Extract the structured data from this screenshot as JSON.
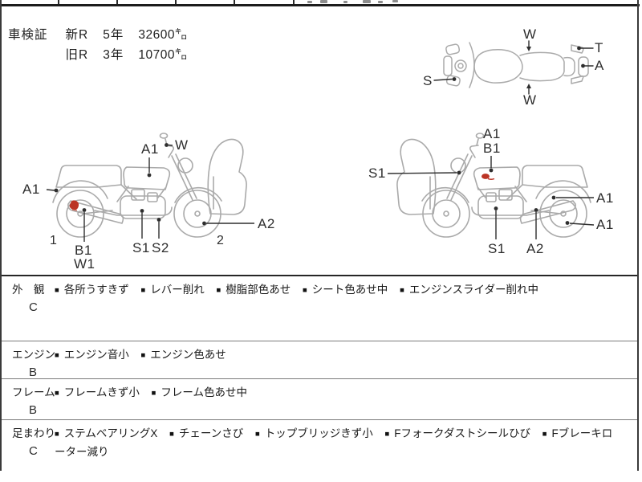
{
  "header": {
    "title": "車検証",
    "rows": [
      {
        "era": "新R",
        "years": "5年",
        "distance": "32600㌔"
      },
      {
        "era": "旧R",
        "years": "3年",
        "distance": "10700㌔"
      }
    ]
  },
  "top_view": {
    "labels": {
      "w_top": "W",
      "t": "T",
      "a": "A",
      "s": "S",
      "w_bottom": "W"
    }
  },
  "side_view_left": {
    "rear_wheel_number": "1",
    "front_wheel_number": "2",
    "labels": {
      "a1_rear_fender": "A1",
      "a1_tank": "A1",
      "w_mirror": "W",
      "b1_muffler": "B1",
      "w1_muffler": "W1",
      "s1_engine": "S1",
      "s2_frame": "S2",
      "a2_front_wheel": "A2"
    }
  },
  "side_view_right": {
    "labels": {
      "a1_tank": "A1",
      "b1_tank": "B1",
      "s1_front": "S1",
      "a1_shock": "A1",
      "a1_rear_wheel": "A1",
      "s1_engine": "S1",
      "a2_swingarm": "A2"
    }
  },
  "sections": [
    {
      "label": "外　観",
      "grade": "C",
      "items": [
        "各所うすきず",
        "レバー削れ",
        "樹脂部色あせ",
        "シート色あせ中",
        "エンジンスライダー削れ中"
      ]
    },
    {
      "label": "エンジン",
      "grade": "B",
      "items": [
        "エンジン音小",
        "エンジン色あせ"
      ]
    },
    {
      "label": "フレーム",
      "grade": "B",
      "items": [
        "フレームきず小",
        "フレーム色あせ中"
      ]
    },
    {
      "label": "足まわり",
      "grade": "C",
      "items": [
        "ステムベアリングX",
        "チェーンさび",
        "トップブリッジきず小",
        "Fフォークダストシールひび",
        "Fブレーキローター減り"
      ]
    }
  ],
  "colors": {
    "ink": "#2e2e2e",
    "sketch_gray": "#aaaaaa",
    "damage_red": "#bb3425"
  }
}
